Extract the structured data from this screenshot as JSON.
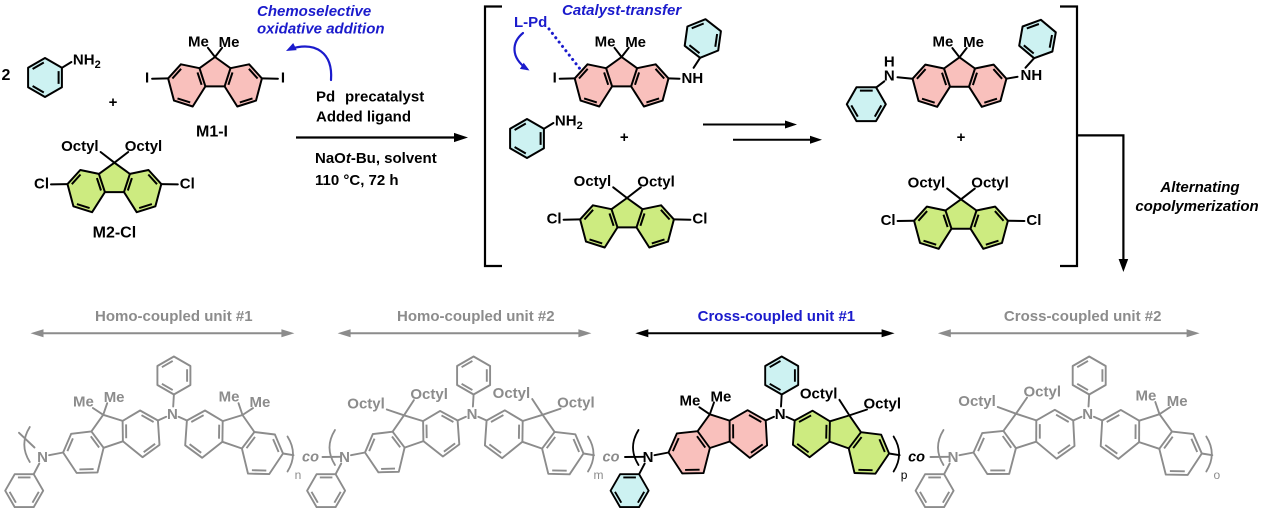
{
  "colors": {
    "black": "#000000",
    "gray": "#8c8c8c",
    "blue": "#1b1bcc",
    "pink": "#f9c0bc",
    "green": "#cdeb80",
    "cyan": "#cdf2f2",
    "background": "#ffffff"
  },
  "scheme": {
    "stoichiometry_coefficient": "2",
    "plus": "+",
    "atoms": {
      "me": "Me",
      "octyl": "Octyl",
      "chlorine": "Cl",
      "iodine": "I",
      "nitrogen": "N",
      "hydrogen": "H",
      "nh": "NH",
      "amine_subscript": "2"
    },
    "monomers": {
      "m1": "M1-I",
      "m2": "M2-Cl"
    },
    "annotations": {
      "chemoselective_line1": "Chemoselective",
      "chemoselective_line2": "oxidative addition",
      "catalyst_transfer": "Catalyst-transfer",
      "l_pd": "L-Pd",
      "alternating_line1": "Alternating",
      "alternating_line2": "copolymerization"
    },
    "conditions": {
      "line1_part1": "Pd",
      "line1_part2": "precatalyst",
      "line2": "Added ligand",
      "line3_part1": "NaO",
      "line3_italic": "t",
      "line3_part2": "-Bu, solvent",
      "line4": "110 °C, 72 h"
    },
    "polymer": {
      "co_label": "co",
      "units": [
        {
          "label": "Homo-coupled unit #1",
          "subscript": "n"
        },
        {
          "label": "Homo-coupled unit #2",
          "subscript": "m"
        },
        {
          "label": "Cross-coupled unit #1",
          "subscript": "p"
        },
        {
          "label": "Cross-coupled unit #2",
          "subscript": "o"
        }
      ]
    }
  }
}
